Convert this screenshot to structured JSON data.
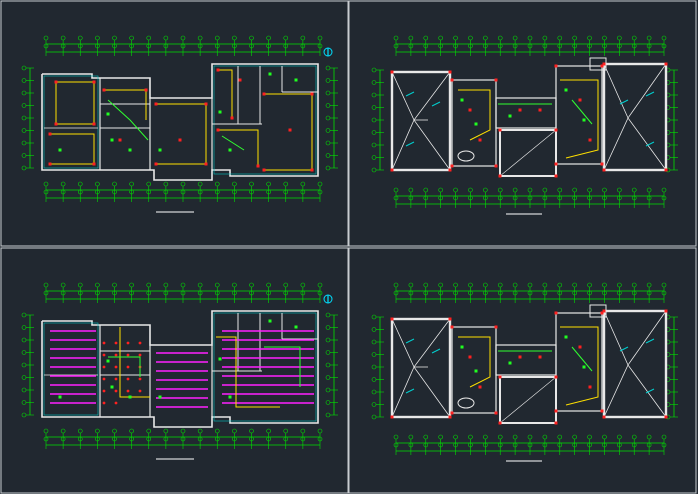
{
  "drawing": {
    "background": "#212830",
    "colors": {
      "border": "#c8ccd0",
      "wall": "#e8e8e8",
      "axis": "#00e000",
      "wire": "#ffe000",
      "fixture": "#ff2020",
      "device": "#ff20ff",
      "accent": "#00d0d0",
      "green": "#20ff20",
      "scale": "#ffffff"
    },
    "panels": [
      {
        "id": "p1",
        "name": "floor-plan-1-power",
        "variant": "east-wing-A",
        "fill": "none"
      },
      {
        "id": "p2",
        "name": "floor-plan-1-roof",
        "variant": "roof",
        "fill": "none"
      },
      {
        "id": "p3",
        "name": "floor-plan-2-lighting",
        "variant": "east-wing-B",
        "fill": "magenta"
      },
      {
        "id": "p4",
        "name": "floor-plan-2-roof",
        "variant": "roof",
        "fill": "none"
      }
    ],
    "icons": [
      "north-arrow-icon"
    ]
  }
}
